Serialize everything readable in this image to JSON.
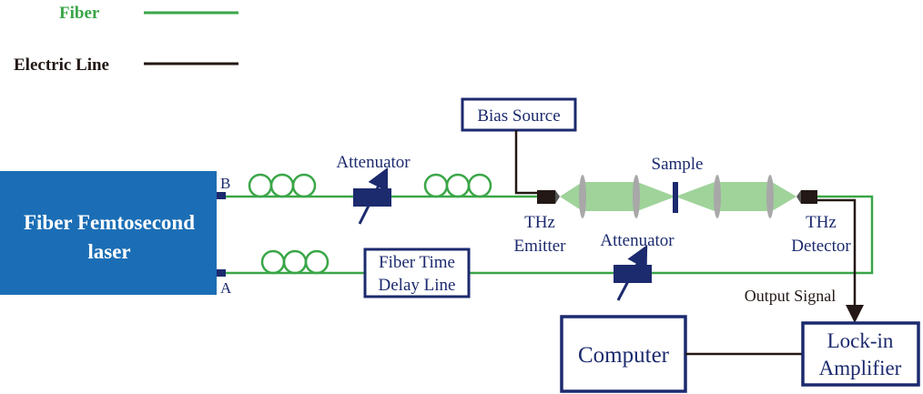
{
  "legend": {
    "fiber_label": "Fiber",
    "electric_label": "Electric Line"
  },
  "colors": {
    "fiber": "#3aa648",
    "electric": "#231815",
    "navy": "#1c2a6e",
    "laser_box": "#1b6eb5",
    "beam": "#9fd39a",
    "lens": "#a8a8a8",
    "legend_fiber_text": "#3aa648"
  },
  "laser": {
    "line1": "Fiber Femtosecond",
    "line2": "laser",
    "port_b": "B",
    "port_a": "A"
  },
  "components": {
    "attenuator_top": "Attenuator",
    "attenuator_bottom": "Attenuator",
    "bias_source": "Bias Source",
    "sample": "Sample",
    "emitter_line1": "THz",
    "emitter_line2": "Emitter",
    "detector_line1": "THz",
    "detector_line2": "Detector",
    "delay_line1": "Fiber Time",
    "delay_line2": "Delay Line",
    "output_signal": "Output Signal",
    "computer": "Computer",
    "lockin_line1": "Lock-in",
    "lockin_line2": "Amplifier"
  }
}
